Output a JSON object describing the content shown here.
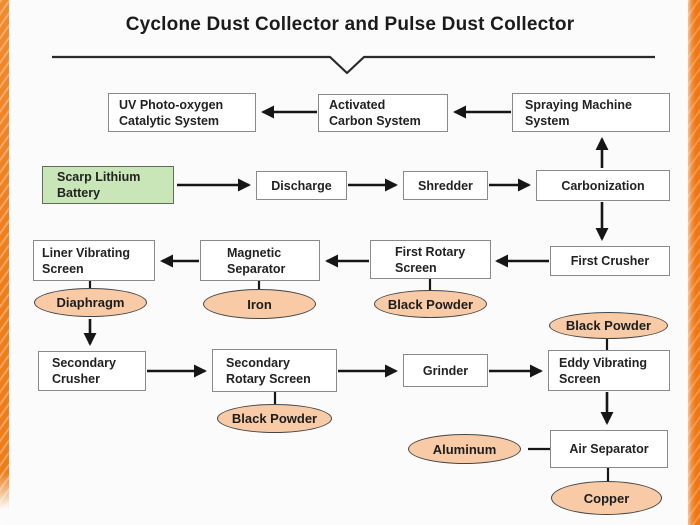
{
  "title": "Cyclone Dust Collector and Pulse Dust Collector",
  "colors": {
    "accent_orange": "#EF7D1A",
    "battery_green": "#C9E6B8",
    "output_peach": "#F8CBA6",
    "box_border_gray": "#8A8A8A",
    "line_black": "#161616"
  },
  "flowchart": {
    "nodes": {
      "uv_system": {
        "label": "UV Photo-oxygen\nCatalytic System"
      },
      "activated_carbon": {
        "label": "Activated\nCarbon System"
      },
      "spraying_machine": {
        "label": "Spraying Machine\nSystem"
      },
      "scarp_battery": {
        "label": "Scarp Lithium\nBattery"
      },
      "discharge": {
        "label": "Discharge"
      },
      "shredder": {
        "label": "Shredder"
      },
      "carbonization": {
        "label": "Carbonization"
      },
      "first_crusher": {
        "label": "First Crusher"
      },
      "first_rotary": {
        "label": "First Rotary\nScreen"
      },
      "magnetic_separator": {
        "label": "Magnetic\nSeparator"
      },
      "liner_vibrating": {
        "label": "Liner Vibrating\nScreen"
      },
      "secondary_crusher": {
        "label": "Secondary\nCrusher"
      },
      "secondary_rotary": {
        "label": "Secondary\nRotary Screen"
      },
      "grinder": {
        "label": "Grinder"
      },
      "eddy_vibrating": {
        "label": "Eddy Vibrating\nScreen"
      },
      "air_separator": {
        "label": "Air Separator"
      }
    },
    "outputs": {
      "diaphragm": {
        "label": "Diaphragm"
      },
      "iron": {
        "label": "Iron"
      },
      "black_powder_1": {
        "label": "Black Powder"
      },
      "black_powder_2": {
        "label": "Black Powder"
      },
      "black_powder_3": {
        "label": "Black Powder"
      },
      "aluminum": {
        "label": "Aluminum"
      },
      "copper": {
        "label": "Copper"
      }
    }
  }
}
